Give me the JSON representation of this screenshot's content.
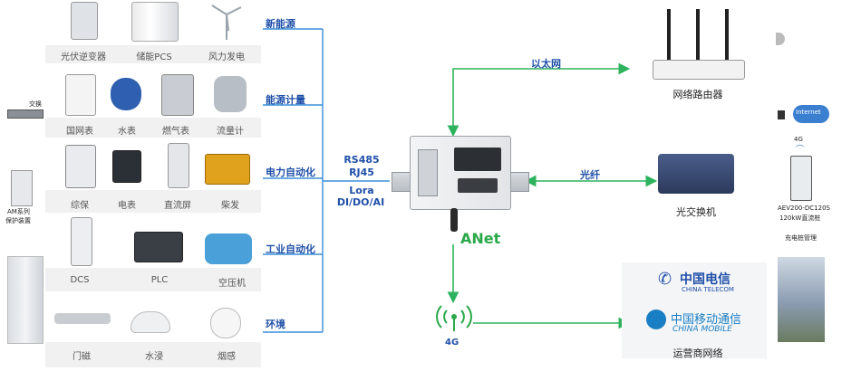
{
  "categories": [
    {
      "label": "新能源",
      "devices": [
        "光伏逆变器",
        "储能PCS",
        "风力发电"
      ]
    },
    {
      "label": "能源计量",
      "devices": [
        "国网表",
        "水表",
        "燃气表",
        "流量计"
      ]
    },
    {
      "label": "电力自动化",
      "devices": [
        "综保",
        "电表",
        "直流屏",
        "柴发"
      ]
    },
    {
      "label": "工业自动化",
      "devices": [
        "DCS",
        "PLC",
        "空压机"
      ]
    },
    {
      "label": "环境",
      "devices": [
        "门磁",
        "水浸",
        "烟感"
      ]
    }
  ],
  "protocols": {
    "line1": "RS485",
    "line2": "RJ45",
    "line3": "Lora",
    "line4": "DI/DO/AI"
  },
  "gateway": {
    "name": "ANet"
  },
  "connections": {
    "ethernet": "以太网",
    "fiber": "光纤",
    "cellular": "4G"
  },
  "targets": {
    "router": "网络路由器",
    "switch": "光交换机",
    "operator": "运营商网络"
  },
  "carriers": {
    "telecom_cn": "中国电信",
    "telecom_en": "CHINA TELECOM",
    "mobile_cn": "中国移动通信",
    "mobile_en": "CHINA MOBILE"
  },
  "left_edge": {
    "switch_label": "交换",
    "am_label_1": "AM系列",
    "am_label_2": "保护装置"
  },
  "right_edge": {
    "internet": "Internet",
    "cell": "4G",
    "charger_model": "AEV200-DC120S",
    "charger_desc": "120kW直流桩",
    "charger_mgmt": "充电桩管理"
  },
  "colors": {
    "accent": "#1f4fa8",
    "line_blue": "#3a8fd8",
    "line_green": "#2db35d",
    "brand_green": "#2aa84a"
  }
}
